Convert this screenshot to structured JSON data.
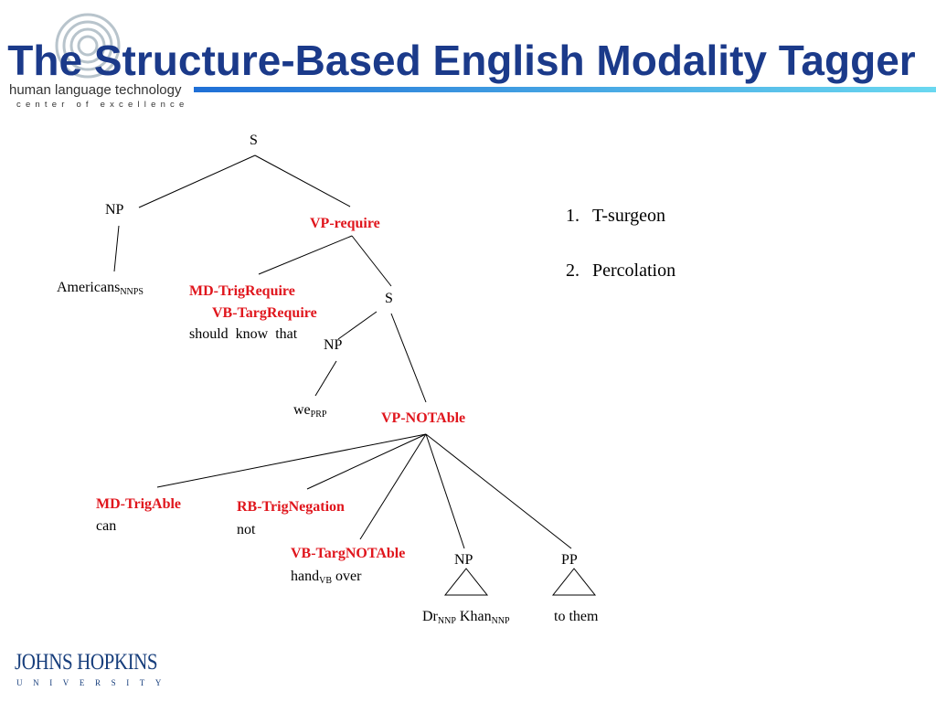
{
  "slide": {
    "title": "The Structure-Based English Modality Tagger",
    "logo_line1": "human language technology",
    "logo_line2": "center of excellence",
    "footer_logo_name": "JOHNS HOPKINS",
    "footer_logo_sub": "UNIVERSITY"
  },
  "tree": {
    "s_root": "S",
    "np1": "NP",
    "vp_require": "VP-require",
    "americans": "Americans",
    "americans_tag": "NNPS",
    "md_trigrequire": "MD-TrigRequire",
    "vb_targrequire": "VB-TargRequire",
    "should_know_that": "should  know  that",
    "s2": "S",
    "np2": "NP",
    "we": "we",
    "we_tag": "PRP",
    "vp_notable": "VP-NOTAble",
    "md_trigable": "MD-TrigAble",
    "can": "can",
    "rb_trignegation": "RB-TrigNegation",
    "not": "not",
    "vb_targnotable": "VB-TargNOTAble",
    "hand": "hand",
    "hand_tag": "VB",
    "over": " over",
    "np3": "NP",
    "pp": "PP",
    "dr": "Dr",
    "dr_tag": "NNP",
    "khan": " Khan",
    "khan_tag": "NNP",
    "to_them": "to them"
  },
  "list": {
    "items": [
      {
        "num": "1.",
        "text": "T-surgeon"
      },
      {
        "num": "2.",
        "text": "Percolation"
      }
    ]
  },
  "colors": {
    "title": "#1b3a8a",
    "highlight": "#e0161d",
    "bar_start": "#1f6fd6",
    "bar_end": "#6ad8f0"
  }
}
